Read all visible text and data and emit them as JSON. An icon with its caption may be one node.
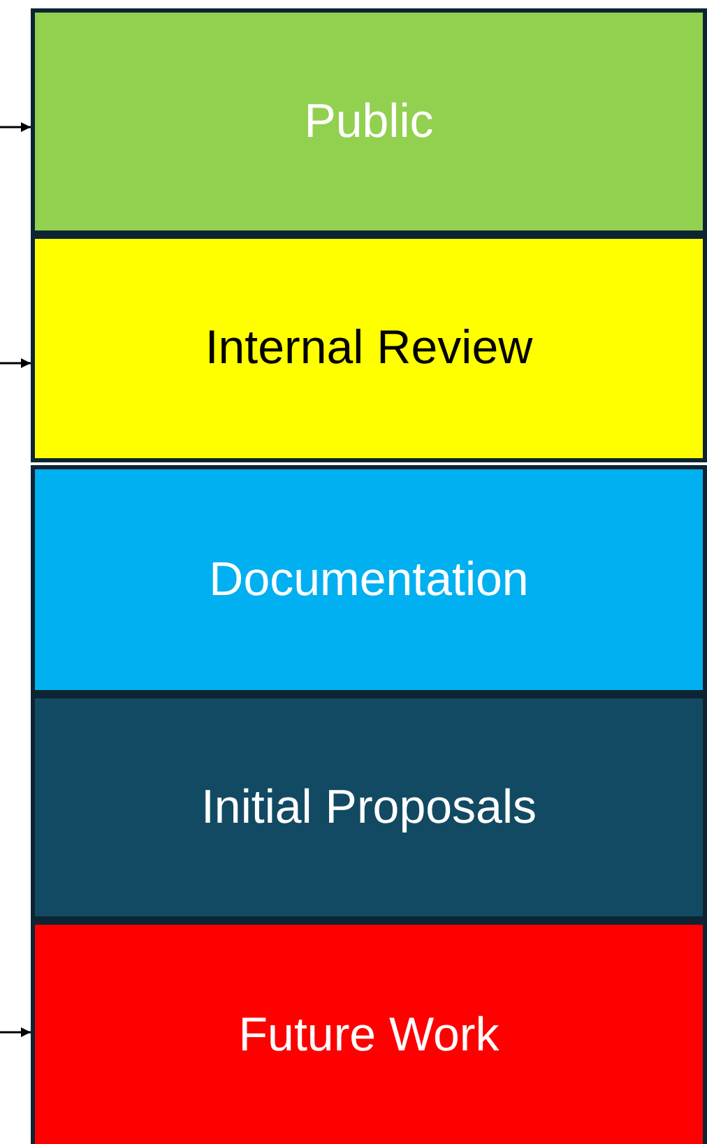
{
  "diagram": {
    "nodes": [
      {
        "text": [
          "Public"
        ]
      },
      {
        "text": [
          "Internal Review"
        ]
      },
      {
        "text": [
          "Documentation"
        ]
      },
      {
        "text": [
          "Initial Proposals"
        ]
      },
      {
        "text": [
          "Future Work"
        ]
      }
    ],
    "edges": [
      {
        "from": null,
        "to": 0,
        "arrow": "to"
      },
      {
        "from": null,
        "to": 1,
        "arrow": "to"
      },
      {
        "from": null,
        "to": 4,
        "arrow": "to"
      }
    ]
  }
}
